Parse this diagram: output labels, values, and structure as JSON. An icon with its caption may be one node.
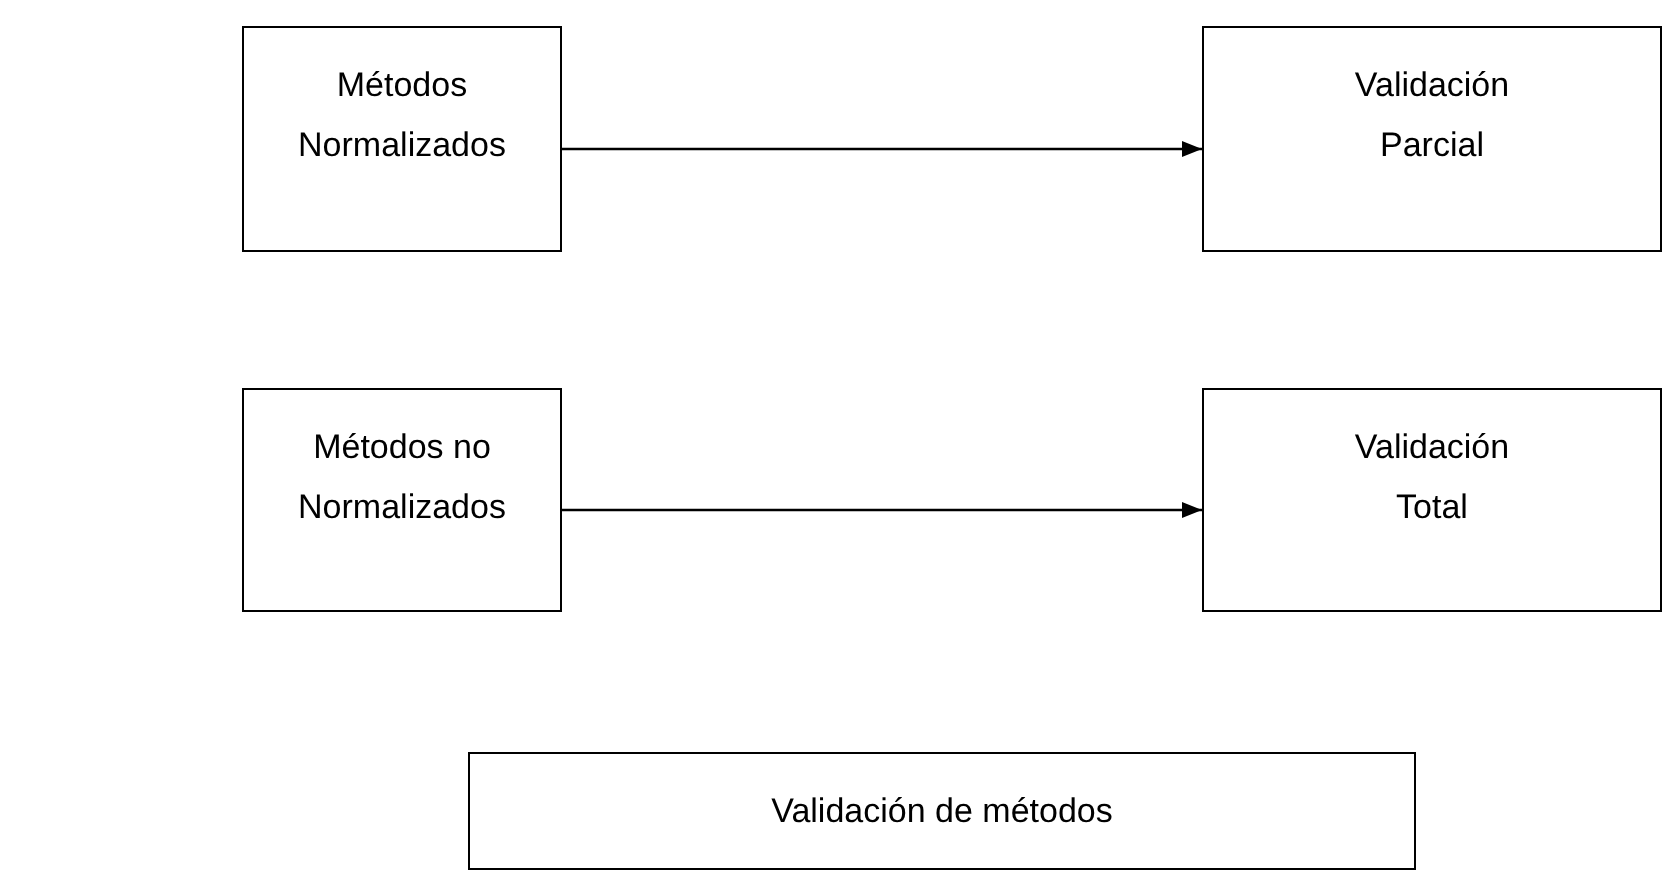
{
  "diagram": {
    "nodes": [
      {
        "text": [
          "Métodos Normalizados"
        ]
      },
      {
        "text": [
          "Validación Parcial"
        ]
      },
      {
        "text": [
          "Métodos no Normalizados"
        ]
      },
      {
        "text": [
          "Validación Total"
        ]
      },
      {
        "text": [
          "Validación de métodos"
        ]
      }
    ],
    "edges": [
      {
        "from": 0,
        "to": 1,
        "arrow": "to"
      },
      {
        "from": 2,
        "to": 3,
        "arrow": "to"
      }
    ]
  }
}
